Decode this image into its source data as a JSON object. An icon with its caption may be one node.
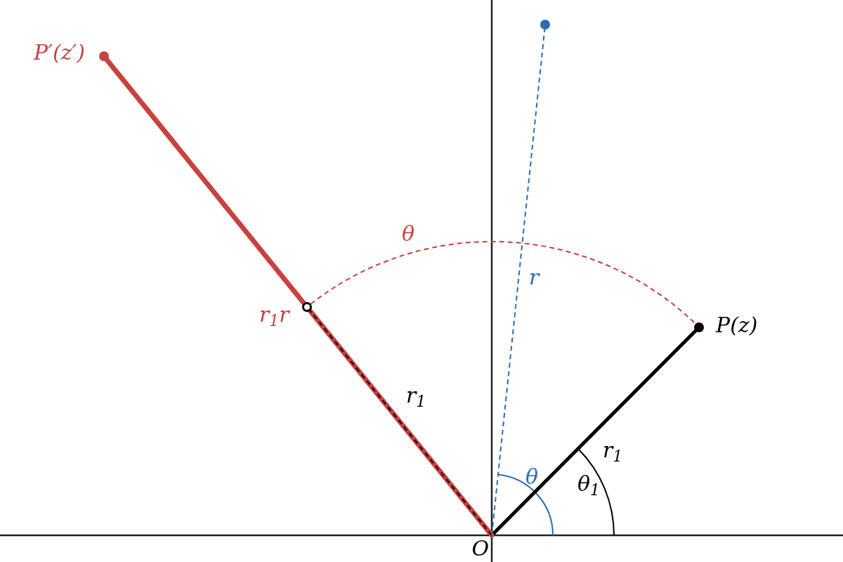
{
  "diagram": {
    "nodes": [
      {
        "text": [
          "O"
        ]
      },
      {
        "text": [
          "P(z)"
        ]
      },
      {
        "text": [
          "P′(z′)"
        ]
      },
      {
        "text": [
          "r$_{1}$r"
        ]
      },
      {
        "text": [],
        "shape": "circle"
      }
    ],
    "edges": [
      {
        "from": 0,
        "to": 1,
        "arrow": "none",
        "style": "thick",
        "label": "r$_{1}$"
      },
      {
        "from": 0,
        "to": 2,
        "arrow": "none",
        "style": "thick",
        "color": "#c8423f"
      },
      {
        "from": 0,
        "to": 3,
        "arrow": "none",
        "style": "dashed",
        "label": "r$_{1}$"
      },
      {
        "from": 0,
        "to": 4,
        "arrow": "none",
        "style": "dashed",
        "color": "#2b6cb3",
        "label": "r"
      },
      {
        "from": 3,
        "to": 1,
        "arrow": "none",
        "style": "dashed",
        "color": "#c8423f",
        "label": "θ"
      }
    ],
    "labels": [
      "θ",
      "θ$_{1}$"
    ]
  }
}
